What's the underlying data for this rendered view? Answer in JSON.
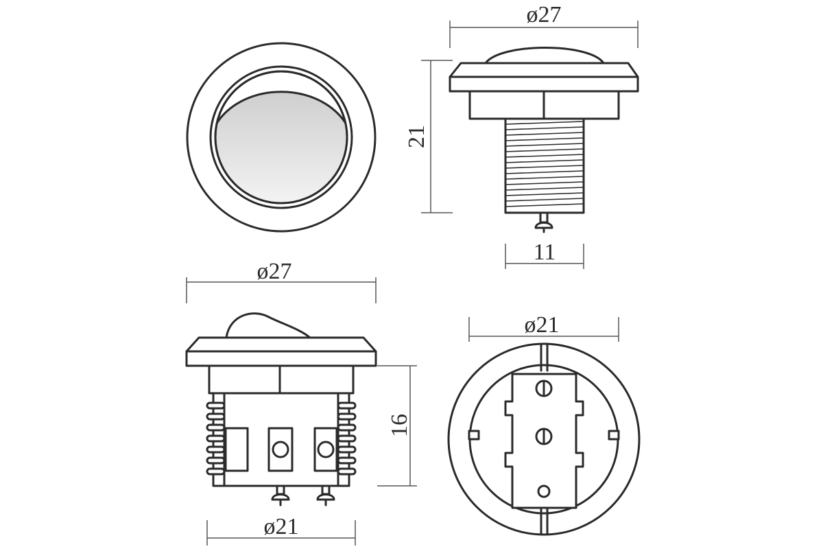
{
  "dimensions": {
    "top_right_width": "ø27",
    "top_right_height": "21",
    "top_right_thread": "11",
    "bottom_left_top": "ø27",
    "bottom_left_bottom": "ø21",
    "bottom_left_height": "16",
    "bottom_right_width": "ø21"
  }
}
